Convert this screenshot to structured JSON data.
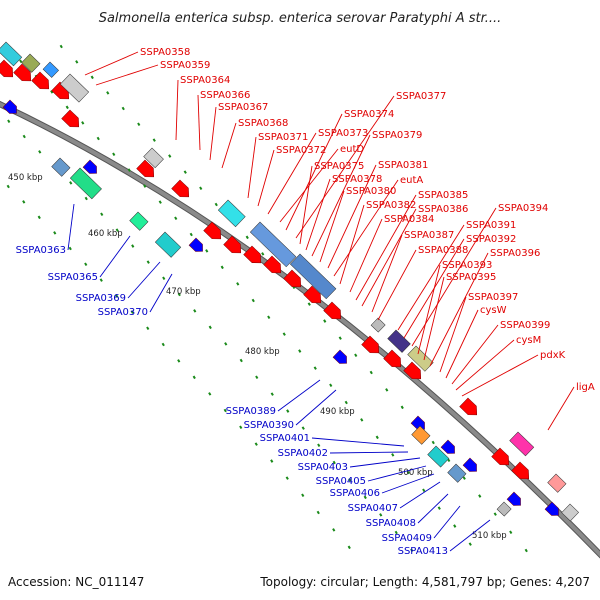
{
  "title": "Salmonella enterica subsp. enterica serovar Paratyphi A str....",
  "footer": {
    "accession": "Accession: NC_011147",
    "summary": "Topology: circular; Length: 4,581,797 bp; Genes: 4,207"
  },
  "colors": {
    "forward_label": "#e00000",
    "reverse_label": "#0000c8",
    "backbone": "#8a8a8a",
    "tick": "#1a8a1a",
    "cds_forward": "#ff0000",
    "cds_reverse": "#0000ff"
  },
  "kbp_markers": [
    "450 kbp",
    "460 kbp",
    "470 kbp",
    "480 kbp",
    "490 kbp",
    "500 kbp",
    "510 kbp"
  ],
  "forward_genes": [
    "SSPA0358",
    "SSPA0359",
    "SSPA0364",
    "SSPA0366",
    "SSPA0367",
    "SSPA0368",
    "SSPA0371",
    "SSPA0372",
    "SSPA0373",
    "eutD",
    "SSPA0374",
    "SSPA0377",
    "SSPA0375",
    "SSPA0378",
    "SSPA0379",
    "SSPA0380",
    "SSPA0381",
    "eutA",
    "SSPA0382",
    "SSPA0384",
    "SSPA0385",
    "SSPA0386",
    "SSPA0387",
    "SSPA0388",
    "SSPA0391",
    "SSPA0392",
    "SSPA0394",
    "SSPA0393",
    "SSPA0395",
    "SSPA0396",
    "SSPA0397",
    "cysW",
    "SSPA0399",
    "cysM",
    "pdxK",
    "ligA"
  ],
  "reverse_genes": [
    "SSPA0363",
    "SSPA0365",
    "SSPA0369",
    "SSPA0370",
    "SSPA0389",
    "SSPA0390",
    "SSPA0401",
    "SSPA0402",
    "SSPA0403",
    "SSPA0405",
    "SSPA0406",
    "SSPA0407",
    "SSPA0408",
    "SSPA0409",
    "SSPA0413"
  ]
}
